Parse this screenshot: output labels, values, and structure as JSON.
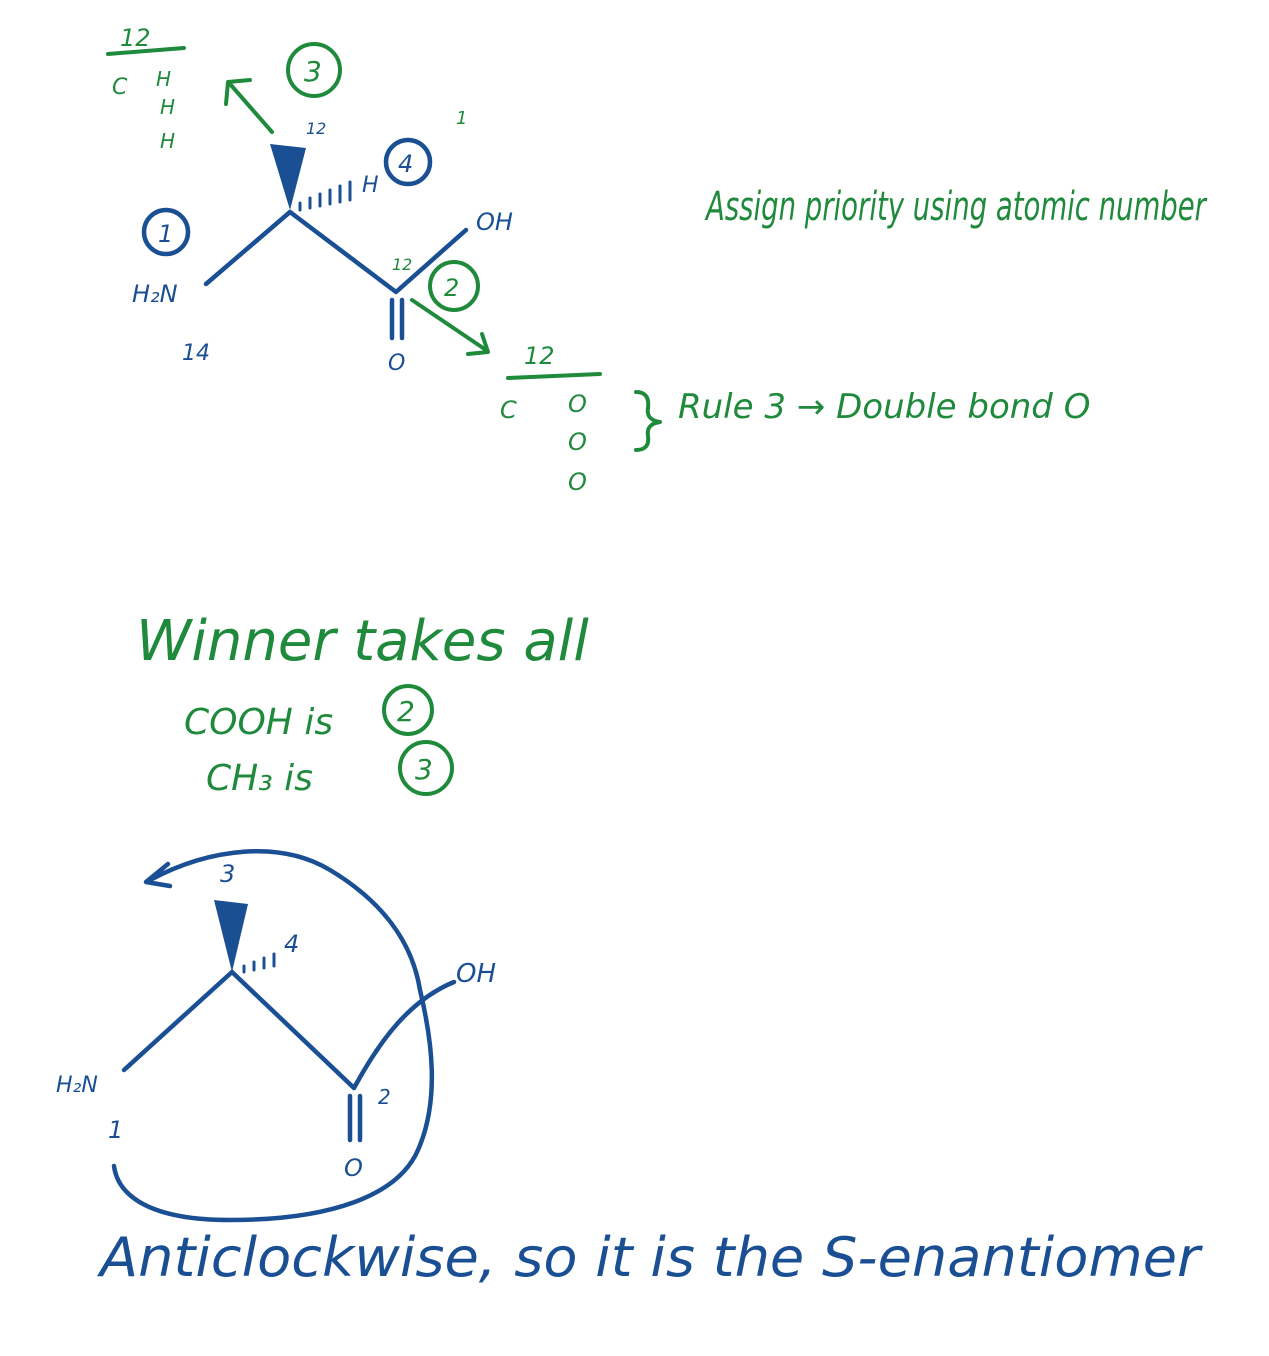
{
  "colors": {
    "blue": "#1a4f94",
    "green": "#1f8a3c"
  },
  "top_molecule": {
    "methyl_breakdown": {
      "mass": "12",
      "atoms": [
        "C",
        "H",
        "H",
        "H"
      ]
    },
    "mass_methyl_carbon": "12",
    "priority_methyl": "3",
    "hydrogen": "H",
    "priority_h": "4",
    "mass_h": "1",
    "priority_amine": "1",
    "amine": "H₂N",
    "mass_n": "14",
    "hydroxyl": "OH",
    "mass_carbonyl_carbon": "12",
    "priority_carboxyl": "2",
    "carbonyl_o": "O"
  },
  "carboxyl_breakdown": {
    "mass": "12",
    "atoms": [
      "C",
      "O",
      "O",
      "O"
    ],
    "rule_note": "Rule 3 → Double bond O"
  },
  "heading_note": "Assign priority using atomic number",
  "winner_section": {
    "title": "Winner takes all",
    "line1_text": "COOH is",
    "line1_priority": "2",
    "line2_text": "CH₃ is",
    "line2_priority": "3"
  },
  "bottom_molecule": {
    "label_methyl": "3",
    "label_h": "4",
    "hydroxyl": "OH",
    "amine": "H₂N",
    "label_amine": "1",
    "label_carboxyl": "2",
    "carbonyl_o": "O"
  },
  "conclusion": "Anticlockwise, so it is the S-enantiomer"
}
